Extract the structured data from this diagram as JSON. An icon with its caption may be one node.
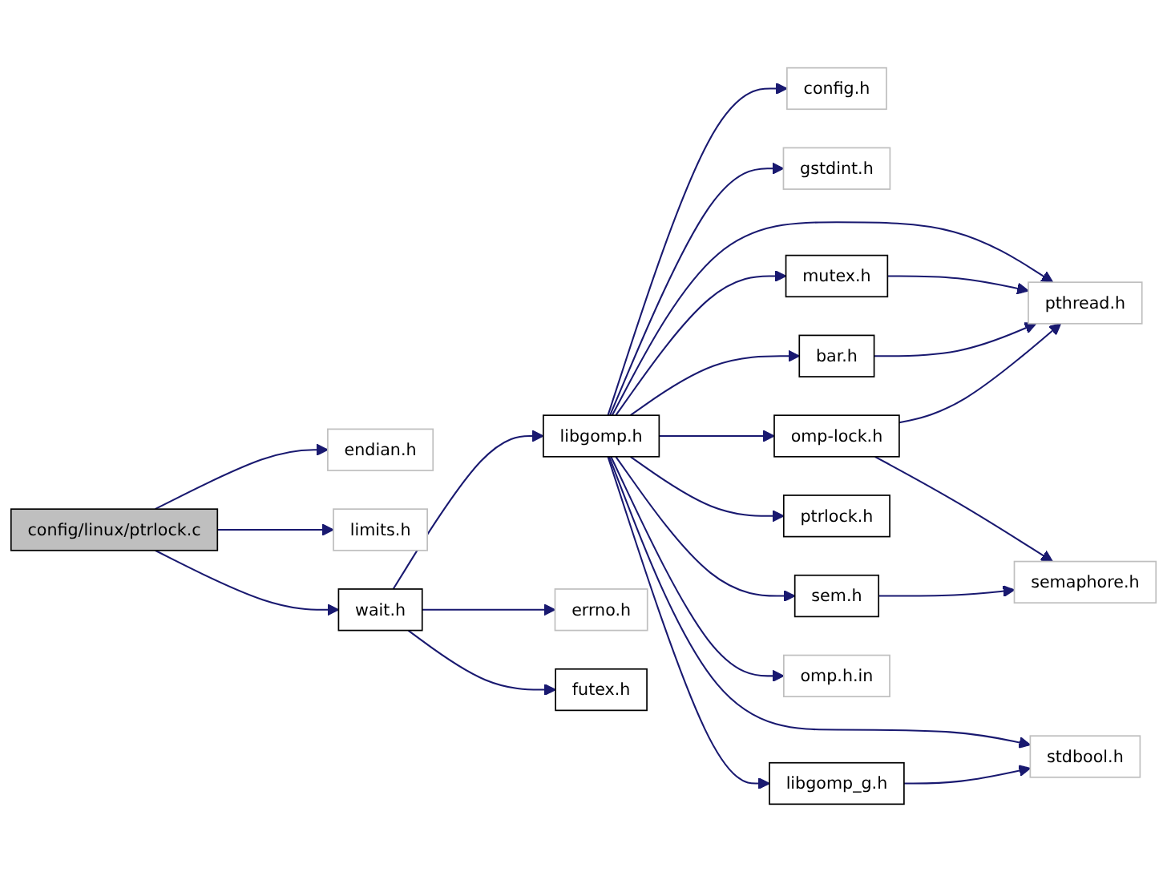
{
  "diagram": {
    "nodes": [
      {
        "text": [
          "config/linux/ptrlock.c"
        ]
      },
      {
        "text": [
          "endian.h"
        ]
      },
      {
        "text": [
          "limits.h"
        ]
      },
      {
        "text": [
          "wait.h"
        ]
      },
      {
        "text": [
          "libgomp.h"
        ]
      },
      {
        "text": [
          "errno.h"
        ]
      },
      {
        "text": [
          "futex.h"
        ]
      },
      {
        "text": [
          "config.h"
        ]
      },
      {
        "text": [
          "gstdint.h"
        ]
      },
      {
        "text": [
          "mutex.h"
        ]
      },
      {
        "text": [
          "bar.h"
        ]
      },
      {
        "text": [
          "pthread.h"
        ]
      },
      {
        "text": [
          "omp-lock.h"
        ]
      },
      {
        "text": [
          "semaphore.h"
        ]
      },
      {
        "text": [
          "sem.h"
        ]
      },
      {
        "text": [
          "ptrlock.h"
        ]
      },
      {
        "text": [
          "libgomp_g.h"
        ]
      },
      {
        "text": [
          "stdbool.h"
        ]
      },
      {
        "text": [
          "omp.h.in"
        ]
      }
    ],
    "edges": [
      {
        "from": 0,
        "to": 1,
        "arrow": "to"
      },
      {
        "from": 0,
        "to": 2,
        "arrow": "to"
      },
      {
        "from": 0,
        "to": 3,
        "arrow": "to"
      },
      {
        "from": 3,
        "to": 4,
        "arrow": "to"
      },
      {
        "from": 3,
        "to": 5,
        "arrow": "to"
      },
      {
        "from": 3,
        "to": 6,
        "arrow": "to"
      },
      {
        "from": 4,
        "to": 7,
        "arrow": "to"
      },
      {
        "from": 4,
        "to": 8,
        "arrow": "to"
      },
      {
        "from": 4,
        "to": 9,
        "arrow": "to"
      },
      {
        "from": 4,
        "to": 10,
        "arrow": "to"
      },
      {
        "from": 4,
        "to": 11,
        "arrow": "to"
      },
      {
        "from": 4,
        "to": 12,
        "arrow": "to"
      },
      {
        "from": 4,
        "to": 14,
        "arrow": "to"
      },
      {
        "from": 4,
        "to": 15,
        "arrow": "to"
      },
      {
        "from": 4,
        "to": 16,
        "arrow": "to"
      },
      {
        "from": 4,
        "to": 17,
        "arrow": "to"
      },
      {
        "from": 4,
        "to": 18,
        "arrow": "to"
      },
      {
        "from": 9,
        "to": 11,
        "arrow": "to"
      },
      {
        "from": 10,
        "to": 11,
        "arrow": "to"
      },
      {
        "from": 12,
        "to": 11,
        "arrow": "to"
      },
      {
        "from": 12,
        "to": 13,
        "arrow": "to"
      },
      {
        "from": 14,
        "to": 13,
        "arrow": "to"
      },
      {
        "from": 16,
        "to": 17,
        "arrow": "to"
      }
    ]
  }
}
